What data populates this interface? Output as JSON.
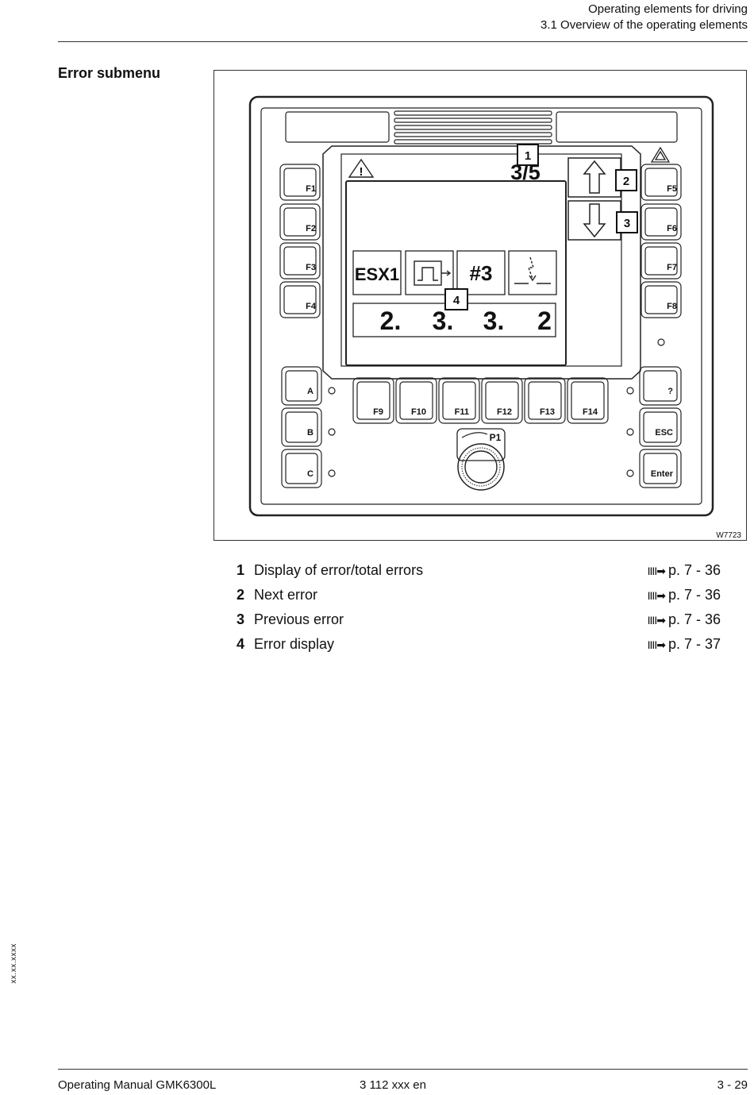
{
  "header": {
    "line1": "Operating elements for driving",
    "line2": "3.1 Overview of the operating elements"
  },
  "section_title": "Error submenu",
  "figure": {
    "figure_id": "W7723",
    "error_counter": "3/5",
    "function_keys_right": [
      "F5",
      "F6",
      "F7",
      "F8"
    ],
    "function_keys_left": [
      "F1",
      "F2",
      "F3",
      "F4"
    ],
    "function_keys_bottom": [
      "F9",
      "F10",
      "F11",
      "F12",
      "F13",
      "F14"
    ],
    "keys_left_lower": [
      "A",
      "B",
      "C"
    ],
    "keys_right_lower": [
      "?",
      "ESC",
      "Enter"
    ],
    "knob_label": "P1",
    "error_symbols": [
      "ESX1",
      "#3"
    ],
    "error_code": [
      "2.",
      "3.",
      "3.",
      "2"
    ],
    "callouts": [
      "1",
      "2",
      "3",
      "4"
    ]
  },
  "legend": [
    {
      "num": "1",
      "text": "Display of error/total errors",
      "ref": "p. 7 - 36"
    },
    {
      "num": "2",
      "text": "Next error",
      "ref": "p. 7 - 36"
    },
    {
      "num": "3",
      "text": "Previous error",
      "ref": "p. 7 - 36"
    },
    {
      "num": "4",
      "text": "Error display",
      "ref": "p. 7 - 37"
    }
  ],
  "ref_arrow": "IIII➡",
  "side_code": "xx.xx.xxxx",
  "footer": {
    "left": "Operating Manual GMK6300L",
    "center": "3 112 xxx en",
    "right": "3 - 29"
  }
}
